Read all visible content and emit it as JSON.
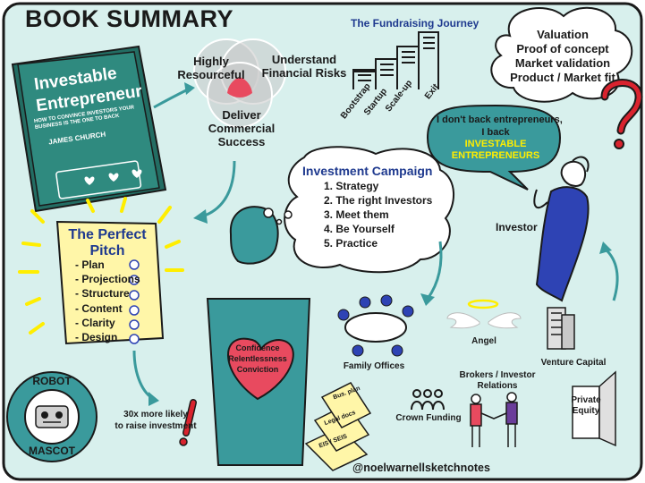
{
  "title": "BOOK SUMMARY",
  "book": {
    "title_line1": "Investable",
    "title_line2": "Entrepreneur",
    "subtitle": "HOW TO CONVINCE INVESTORS YOUR BUSINESS IS THE ONE TO BACK",
    "author": "JAMES CHURCH"
  },
  "venn": {
    "left": "Highly Resourceful",
    "right": "Understand Financial Risks",
    "bottom": "Deliver Commercial Success"
  },
  "fundraising_journey": {
    "title": "The Fundraising Journey",
    "stages": [
      "Bootstrap",
      "Startup",
      "Scale-up",
      "Exit"
    ]
  },
  "validation": [
    "Valuation",
    "Proof of concept",
    "Market validation",
    "Product / Market fit"
  ],
  "investor_quote": {
    "line1": "I don't back entrepreneurs,",
    "line2": "I back",
    "highlight_line1": "INVESTABLE",
    "highlight_line2": "ENTREPRENEURS"
  },
  "investor_label": "Investor",
  "campaign": {
    "title": "Investment Campaign",
    "items": [
      "1. Strategy",
      "2. The right Investors",
      "3. Meet them",
      "4. Be Yourself",
      "5. Practice"
    ]
  },
  "pitch": {
    "title_line1": "The Perfect",
    "title_line2": "Pitch",
    "items": [
      "- Plan",
      "- Projections",
      "- Structure",
      "- Content",
      "- Clarity",
      "- Design"
    ]
  },
  "heart": {
    "line1": "Confidence",
    "line2": "Relentlessness",
    "line3": "Conviction"
  },
  "stat": {
    "line1": "30x more likely",
    "line2": "to raise investment"
  },
  "documents": [
    "Bus. plan",
    "Legal docs",
    "EIS / SEIS"
  ],
  "investor_types": {
    "family_offices": "Family Offices",
    "angel": "Angel",
    "venture_capital": "Venture Capital",
    "crown_funding": "Crown Funding",
    "brokers_line1": "Brokers / Investor",
    "brokers_line2": "Relations",
    "private_equity_line1": "Private",
    "private_equity_line2": "Equity"
  },
  "mascot": {
    "top": "ROBOT",
    "bottom": "MASCOT"
  },
  "handle": "@noelwarnellsketchnotes",
  "colors": {
    "background": "#d8f0ed",
    "book_green": "#2f8a7f",
    "teal": "#3a9a9c",
    "sticky_yellow": "#fff6a8",
    "heart_red": "#e84a5f",
    "blue_figure": "#2e43b4",
    "accent_red": "#d9232e",
    "quote_yellow": "#ffee00"
  },
  "icons": [
    "question-mark-icon",
    "exclamation-mark-icon",
    "checkmark-icon",
    "heart-icon",
    "halo-icon",
    "wings-icon",
    "building-icon",
    "door-icon",
    "handshake-icon",
    "people-icon",
    "robot-icon",
    "thought-bubble-icon",
    "speech-bubble-icon"
  ]
}
